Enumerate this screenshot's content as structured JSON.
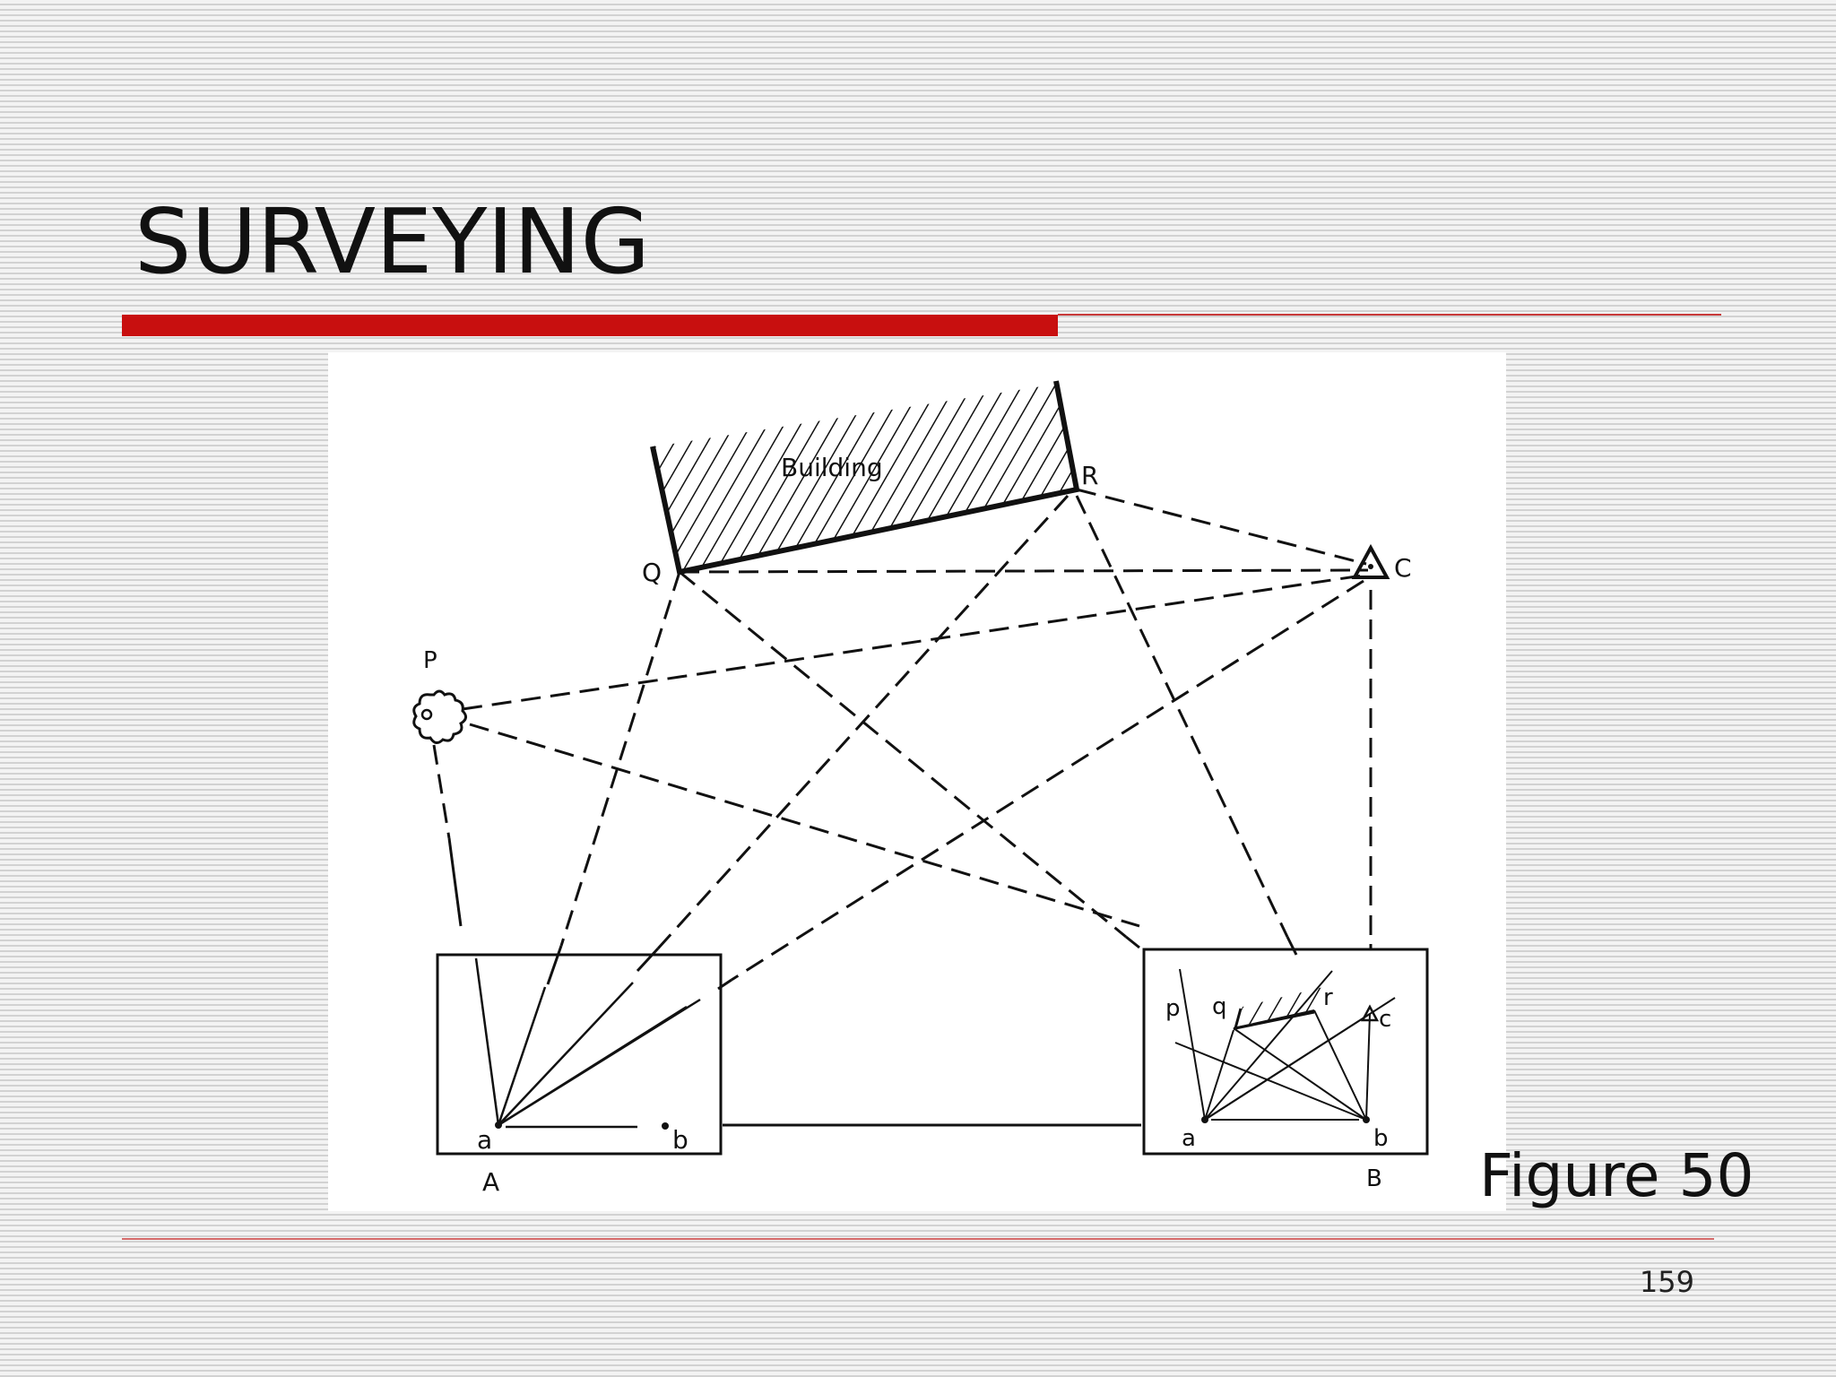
{
  "slide": {
    "title": "SURVEYING",
    "caption": "Figure 50",
    "page_number": "159"
  },
  "figure": {
    "building_label": "Building",
    "stations": {
      "P": "P",
      "Q": "Q",
      "R": "R",
      "C": "C"
    },
    "board_A": {
      "label": "A",
      "point_a": "a",
      "point_b": "b"
    },
    "board_B": {
      "label": "B",
      "point_a": "a",
      "point_b": "b",
      "p": "p",
      "q": "q",
      "r": "r",
      "c": "c"
    }
  },
  "colors": {
    "accent_red": "#c80f0f",
    "ink": "#111111"
  }
}
